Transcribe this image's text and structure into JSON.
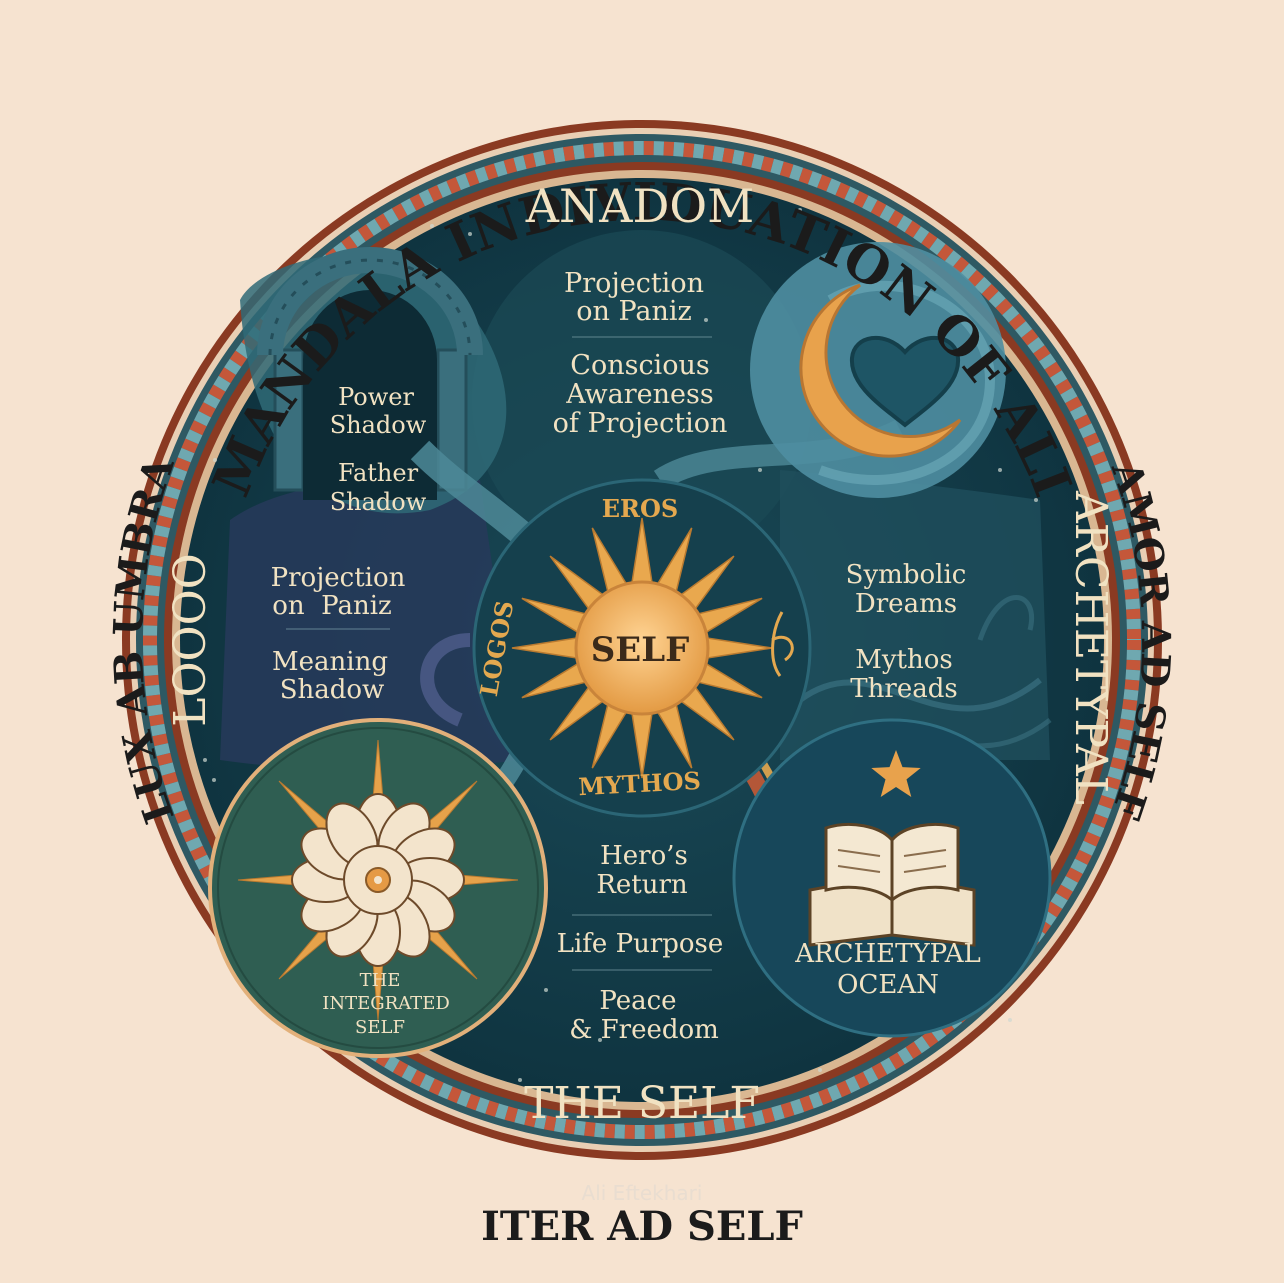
{
  "title": "MANDALA INDIVIDUATION OF ALI",
  "outer_left": "LUX AB UMBRA",
  "outer_right": "AMOR AD SELF",
  "outer_bottom": "ITER AD SELF",
  "signature": "Ali Eftekhari",
  "colors": {
    "background": "#f6e3d0",
    "ring_rust": "#8a3a22",
    "disc": "#123d4a",
    "gold": "#e4a84f",
    "cream": "#f1e2c2"
  },
  "quadrants": {
    "top": {
      "title": "ANADOM",
      "items": [
        [
          "Projection",
          "on Paniz"
        ],
        [
          "Conscious",
          "Awareness",
          "of Projection"
        ]
      ]
    },
    "left": {
      "title": "LOOOO",
      "items": [
        [
          "Power",
          "Shadow"
        ],
        [
          "Father",
          "Shadow"
        ],
        [
          "Projection",
          "on  Paniz"
        ],
        [
          "Meaning",
          "Shadow"
        ]
      ]
    },
    "right": {
      "title": "ARCHETYPAL",
      "items": [
        [
          "Symbolic",
          "Dreams"
        ],
        [
          "Mythos",
          "Threads"
        ]
      ]
    },
    "bottom": {
      "title": "THE SELF",
      "items": [
        [
          "Hero’s",
          "Return"
        ],
        [
          "Life Purpose"
        ],
        [
          "Peace",
          "& Freedom"
        ]
      ]
    }
  },
  "center": {
    "label": "SELF",
    "eros": "EROS",
    "logos": "LOGOS",
    "mythos": "MYTHOS"
  },
  "integrated_self": [
    "THE",
    "INTEGRATED",
    "SELF"
  ],
  "archetypal_ocean": [
    "ARCHETYPAL",
    "OCEAN"
  ],
  "icons": [
    "arch-icon",
    "crescent-moon-icon",
    "heart-icon",
    "sun-icon",
    "lotus-flower-icon",
    "open-book-icon",
    "star-icon",
    "spiral-glyph-icon"
  ]
}
